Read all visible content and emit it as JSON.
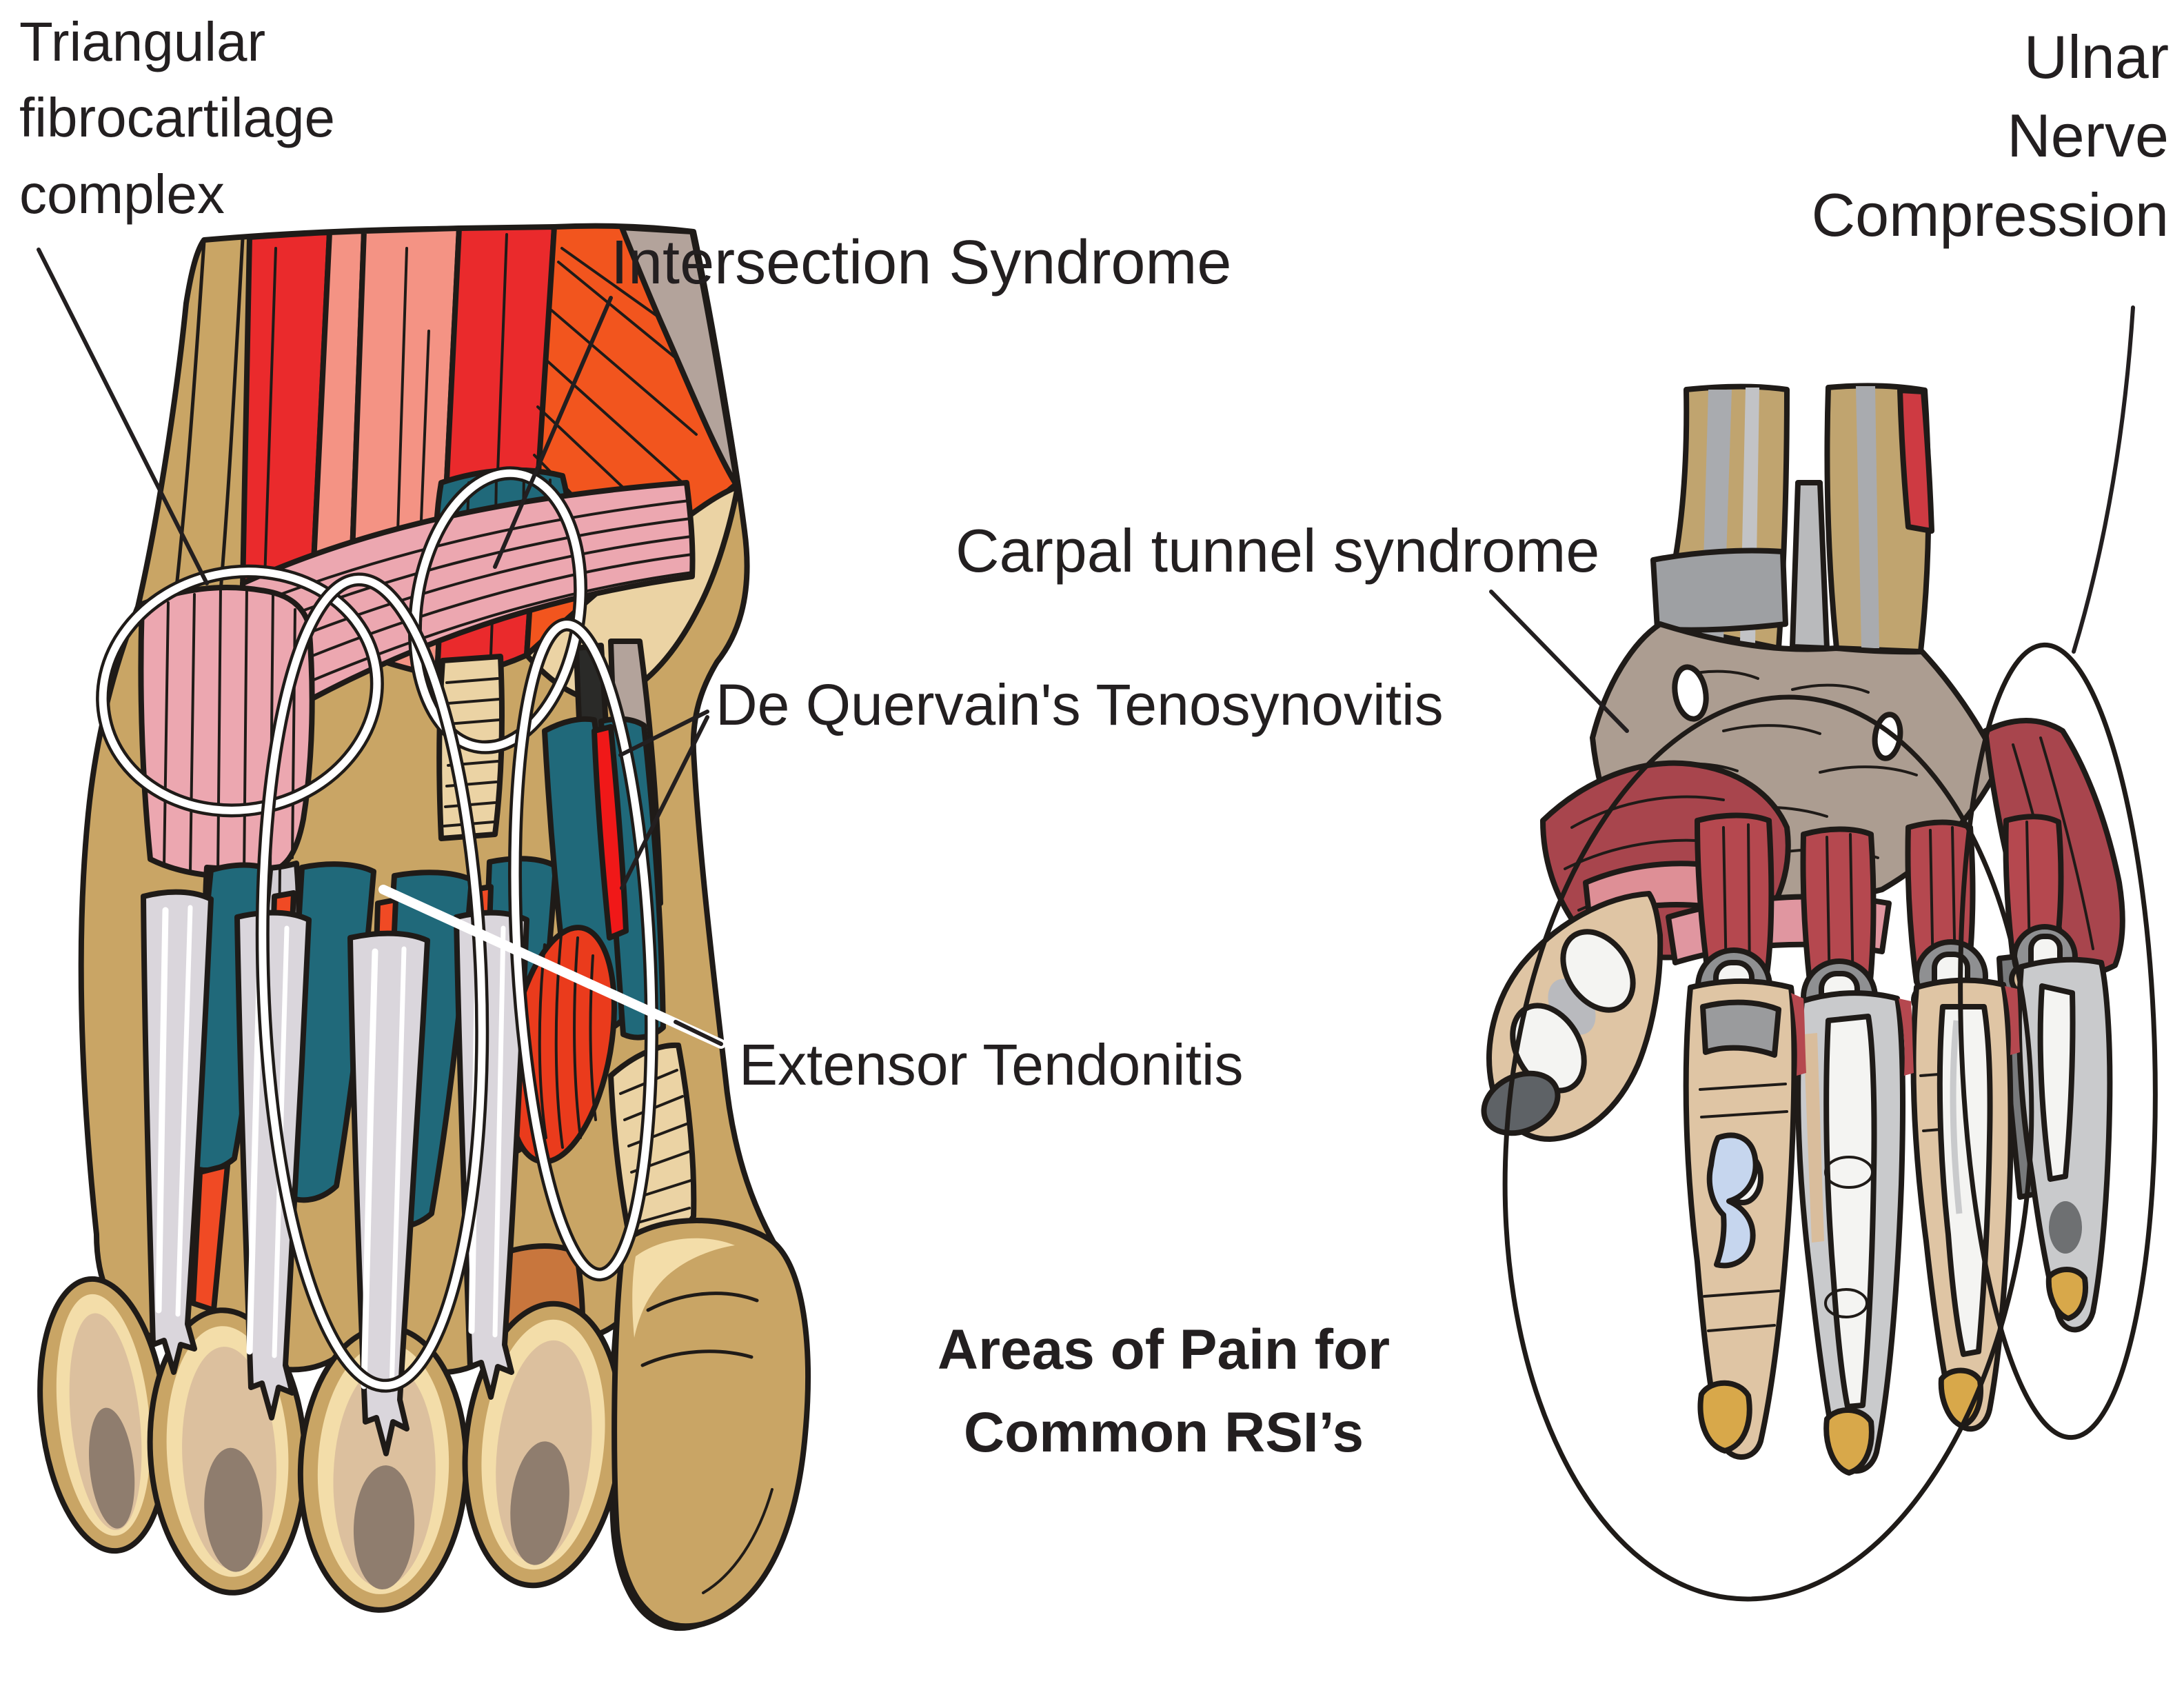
{
  "title": {
    "line1": "Areas of Pain for",
    "line2": "Common RSI’s"
  },
  "labels": {
    "tfc": {
      "line1": "Triangular",
      "line2": "fibrocartilage",
      "line3": "complex"
    },
    "intersection": {
      "text": "Intersection Syndrome"
    },
    "carpal": {
      "text": "Carpal tunnel syndrome"
    },
    "ulnar": {
      "line1": "Ulnar",
      "line2": "Nerve",
      "line3": "Compression"
    },
    "dequervain": {
      "text": "De Quervain's Tenosynovitis"
    },
    "extensor": {
      "text": "Extensor Tendonitis"
    }
  },
  "annotations": [
    {
      "name": "triangular-fibrocartilage-complex-marker",
      "shape": "circle",
      "side": "left-hand"
    },
    {
      "name": "intersection-syndrome-marker",
      "shape": "ellipse",
      "side": "left-hand"
    },
    {
      "name": "extensor-tendonitis-marker",
      "shape": "ellipse",
      "side": "left-hand"
    },
    {
      "name": "de-quervains-marker",
      "shape": "ellipse",
      "side": "left-hand"
    },
    {
      "name": "carpal-tunnel-marker",
      "shape": "ellipse",
      "side": "right-hand"
    },
    {
      "name": "ulnar-nerve-marker",
      "shape": "ellipse",
      "side": "right-hand"
    }
  ],
  "colors": {
    "ink": "#231F20",
    "background": "#FFFFFF",
    "skin_tan": "#C9A565",
    "cream_rim": "#F3DDA9",
    "knuckle_beige": "#DCC09E",
    "bone_beige": "#EBD3A4",
    "shadow_brown": "#8F7D6E",
    "muscle_red": "#EA2A2C",
    "muscle_salmon": "#F49384",
    "muscle_orange": "#F2551E",
    "tendon_orange_red": "#F04A24",
    "gray_mauve": "#B3A39B",
    "tendon_teal": "#20697A",
    "tendon_gray": "#DAD6DC",
    "retinaculum_pink": "#ECA7B0",
    "rust": "#C8763D",
    "wrist_bone_tan": "#C0A46F",
    "fibrous_gray": "#AC9D91",
    "palm_red_dark": "#A8454D",
    "palm_red_mid": "#B5484F",
    "palm_pink": "#E096A0",
    "flesh": "#DFC5A4",
    "bone_white": "#F4F4F2",
    "finger_gray": "#C9CACC",
    "sheath_blue": "#C6D6EE",
    "fingertip_gold": "#D8A84A",
    "nail_gray": "#5E6266",
    "red_sliver": "#CE3A42"
  }
}
